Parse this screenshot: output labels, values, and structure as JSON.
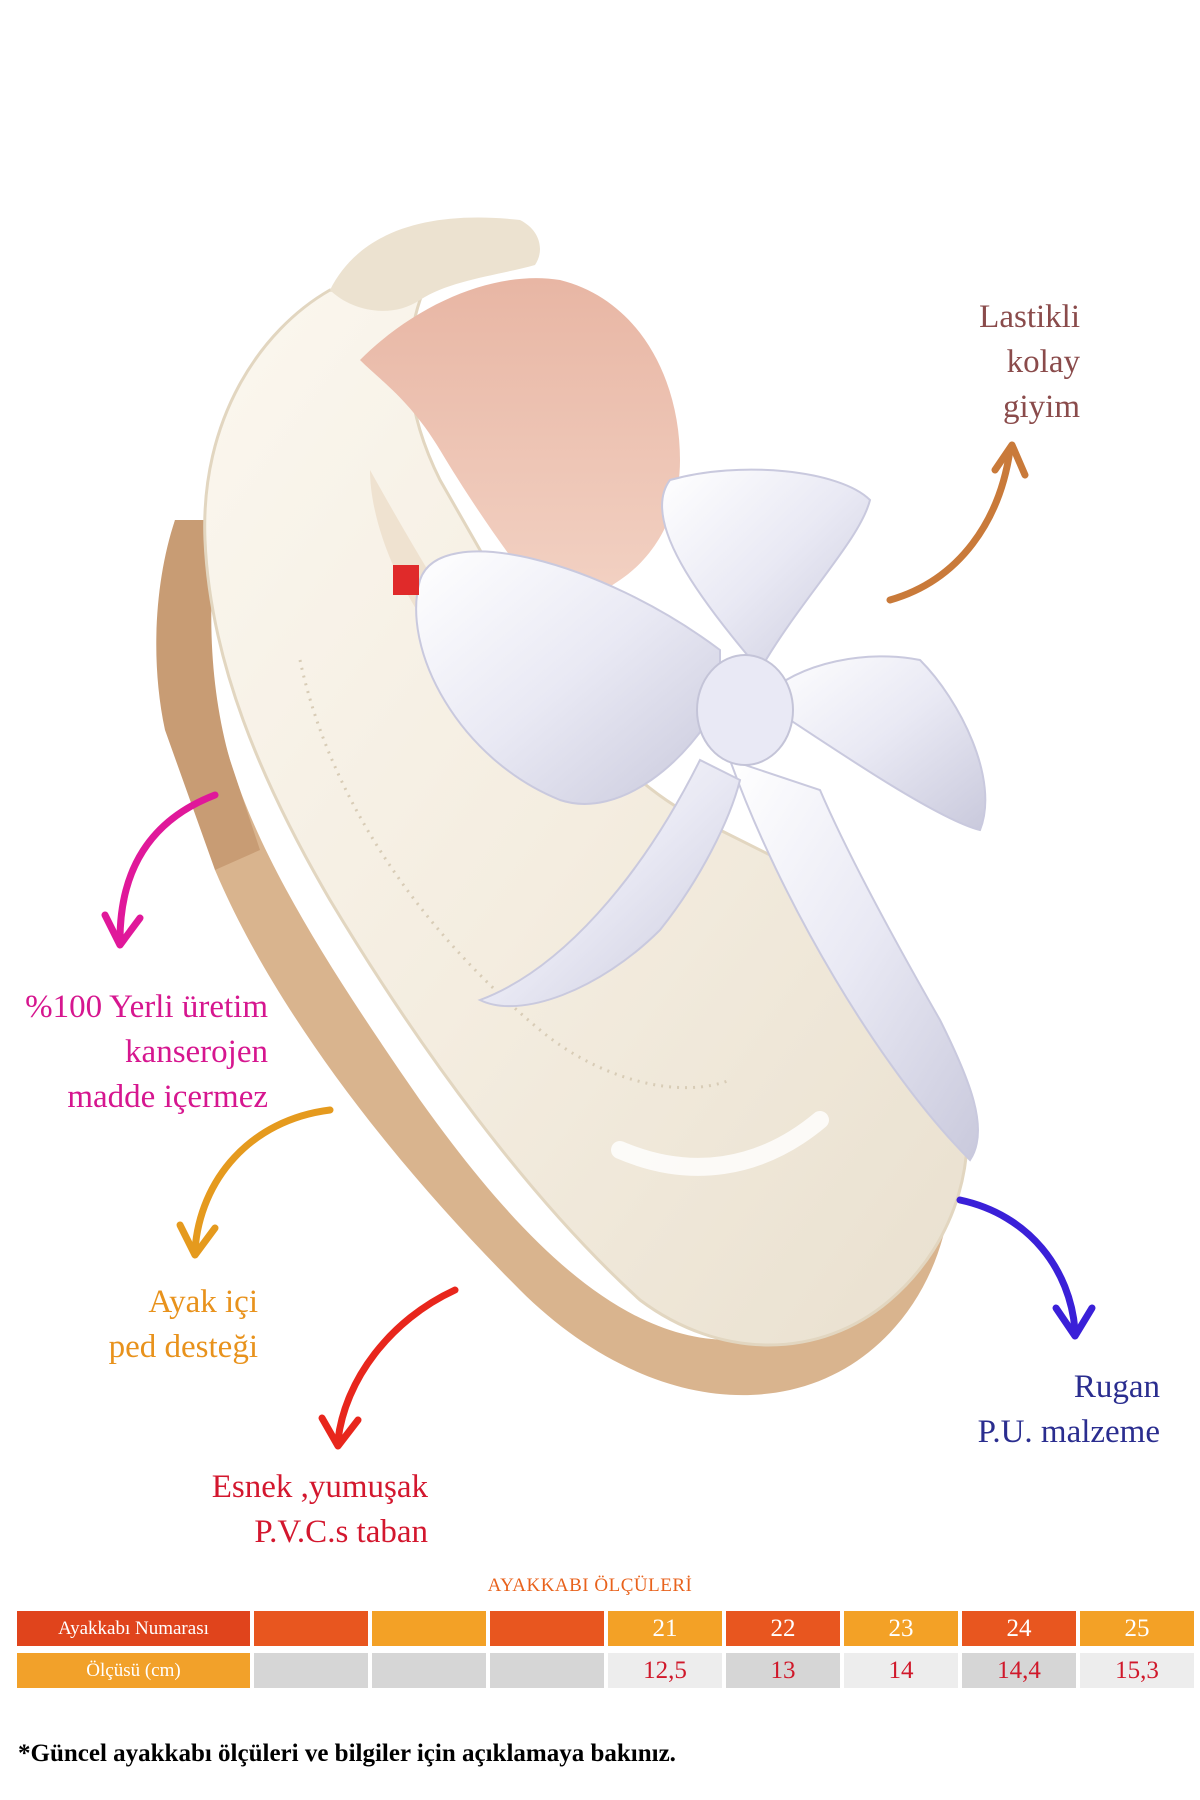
{
  "callouts": {
    "elastic": {
      "lines": [
        "Lastikli",
        "kolay",
        "giyim"
      ],
      "color": "#8a4b4b",
      "arrow_color": "#c97a3a"
    },
    "domestic": {
      "lines": [
        "%100 Yerli üretim",
        "kanserojen",
        "madde içermez"
      ],
      "color": "#d6168f",
      "arrow_color": "#e0189a"
    },
    "insole": {
      "lines": [
        "Ayak içi",
        "ped desteği"
      ],
      "color": "#e8921c",
      "arrow_color": "#e59a1e"
    },
    "sole": {
      "lines": [
        "Esnek ,yumuşak",
        "P.V.C.s taban"
      ],
      "color": "#d3172e",
      "arrow_color": "#e8261c"
    },
    "material": {
      "lines": [
        "Rugan",
        "P.U. malzeme"
      ],
      "color": "#2a2d8f",
      "arrow_color": "#3a20d8"
    }
  },
  "size_chart": {
    "title": "AYAKKABI ÖLÇÜLERİ",
    "rows": [
      {
        "label": "Ayakkabı Numarası",
        "label_bg": "#e0441c",
        "cells": [
          "",
          "",
          "",
          "21",
          "22",
          "23",
          "24",
          "25"
        ]
      },
      {
        "label": "Ölçüsü (cm)",
        "label_bg": "#f2a12a",
        "cells": [
          "",
          "",
          "",
          "12,5",
          "13",
          "14",
          "14,4",
          "15,3"
        ]
      }
    ],
    "row1_colors": [
      "#e8561f",
      "#f3a126",
      "#e8561f",
      "#f3a126",
      "#e8561f",
      "#f3a126",
      "#e8561f",
      "#f3a126"
    ],
    "row2_colors": [
      "#d6d6d6",
      "#d6d6d6",
      "#d6d6d6",
      "#ededed",
      "#d6d6d6",
      "#ededed",
      "#d6d6d6",
      "#ededed"
    ]
  },
  "footnote": "*Güncel ayakkabı ölçüleri ve bilgiler için açıklamaya bakınız."
}
